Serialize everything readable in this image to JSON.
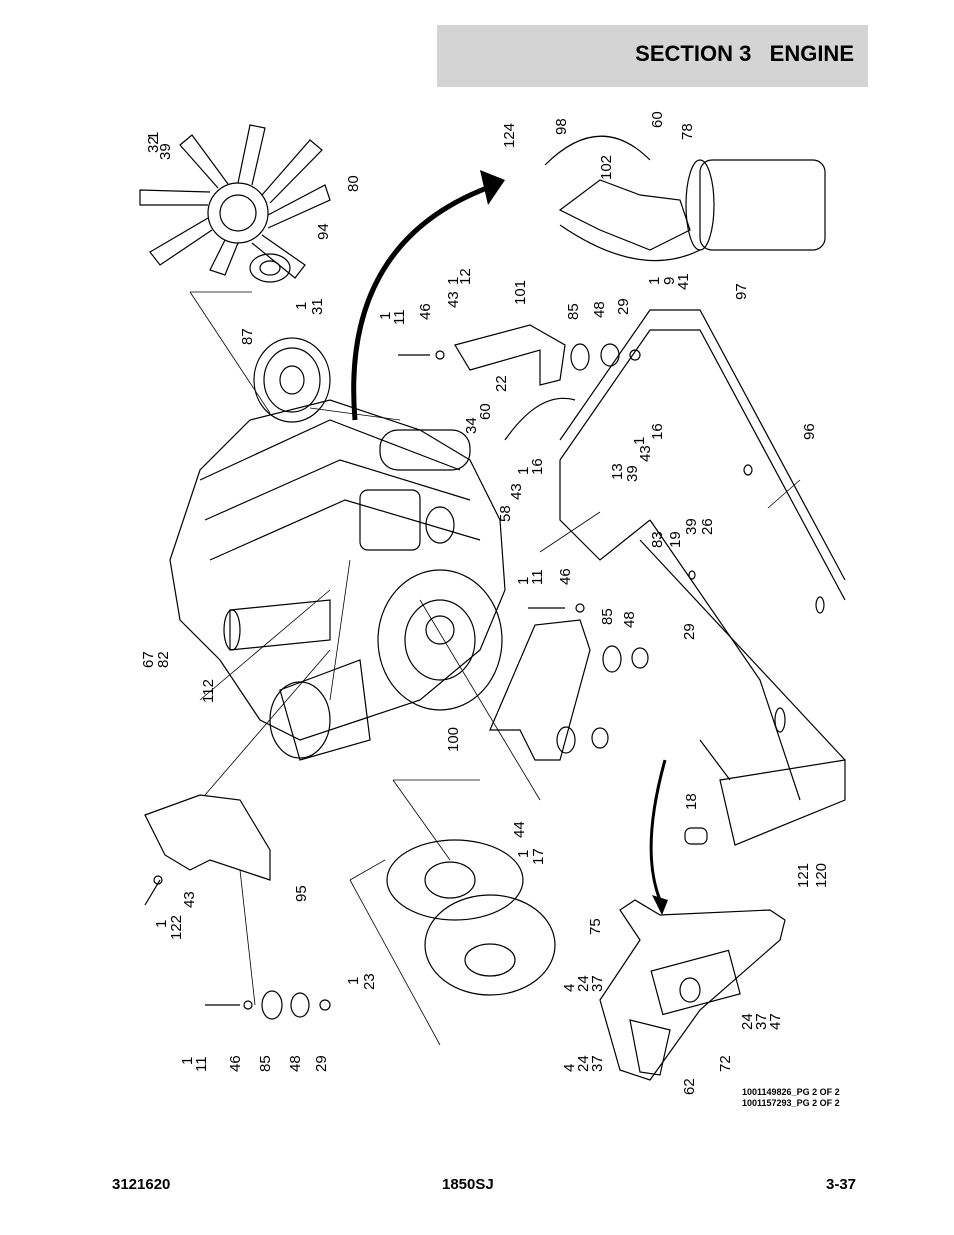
{
  "header": {
    "section": "SECTION 3   ENGINE"
  },
  "drawing_refs": [
    "1001149826_PG 2 OF 2",
    "1001157293_PG 2 OF 2"
  ],
  "callouts": {
    "fan_qty": "1",
    "fan_bolt": "32",
    "fan_washer": "39",
    "fan": "80",
    "fan_spacer": "94",
    "pulley_bolt_qty": "1",
    "pulley_bolt": "31",
    "pulley": "87",
    "filter_hose": "98",
    "filter_head": "124",
    "filter_fitting": "60",
    "filter_elbow": "78",
    "filter_bracket": "102",
    "filter_bolt_qty": "1",
    "filter_bolt": "9",
    "filter_washer": "41",
    "filter": "97",
    "bracket_stud_qty": "1",
    "bracket_stud": "12",
    "bracket_nut": "43",
    "bracket_r": "101",
    "bolt_r_qty": "1",
    "bolt_r": "11",
    "washer_r": "46",
    "mount_r": "85",
    "mount_washer_r": "48",
    "mount_nut_r": "29",
    "hose": "22",
    "fitting_a": "34",
    "fitting_b": "60",
    "nut_a_qty": "1",
    "nut_a": "16",
    "nut_a_washer": "43",
    "clamp": "58",
    "nut_b_qty": "1",
    "nut_b": "16",
    "nut_b_washer": "43",
    "clip_a": "13",
    "clip_a_washer": "39",
    "bracket_small": "83",
    "bracket_small_bolt": "19",
    "bracket_small_washer": "39",
    "bracket_small_nut": "26",
    "frame": "96",
    "bolt_m_qty": "1",
    "bolt_m": "11",
    "washer_m": "46",
    "mount_m": "85",
    "mount_washer_m": "48",
    "mount_nut_m": "29",
    "harness": "67",
    "harness_clip": "82",
    "air_tube": "112",
    "bracket_l": "100",
    "bolt_fw": "44",
    "bolt_fw_qty": "1",
    "bolt_fw_b": "17",
    "mount_block_a": "18",
    "rail_a": "121",
    "rail_b": "120",
    "plate_bolt_qty": "1",
    "plate_bolt": "122",
    "plate_washer": "43",
    "plate_bracket": "95",
    "flexplate_qty": "1",
    "flexplate": "23",
    "bolt_l_qty": "1",
    "bolt_l": "11",
    "washer_l": "46",
    "mount_l": "85",
    "mount_washer_l": "48",
    "mount_nut_l": "29",
    "pump_bracket": "75",
    "pump_bolt_a_qty": "4",
    "pump_bolt_a": "24",
    "pump_bolt_a_w": "37",
    "pump_bolt_b_qty": "4",
    "pump_bolt_b": "24",
    "pump_bolt_b_w": "37",
    "pump_nut_c": "24",
    "pump_nut_c_w": "37",
    "pump_nut_c_x": "47",
    "pump": "72",
    "pump_filter": "62"
  },
  "footer": {
    "doc_number": "3121620",
    "model": "1850SJ",
    "page": "3-37"
  }
}
